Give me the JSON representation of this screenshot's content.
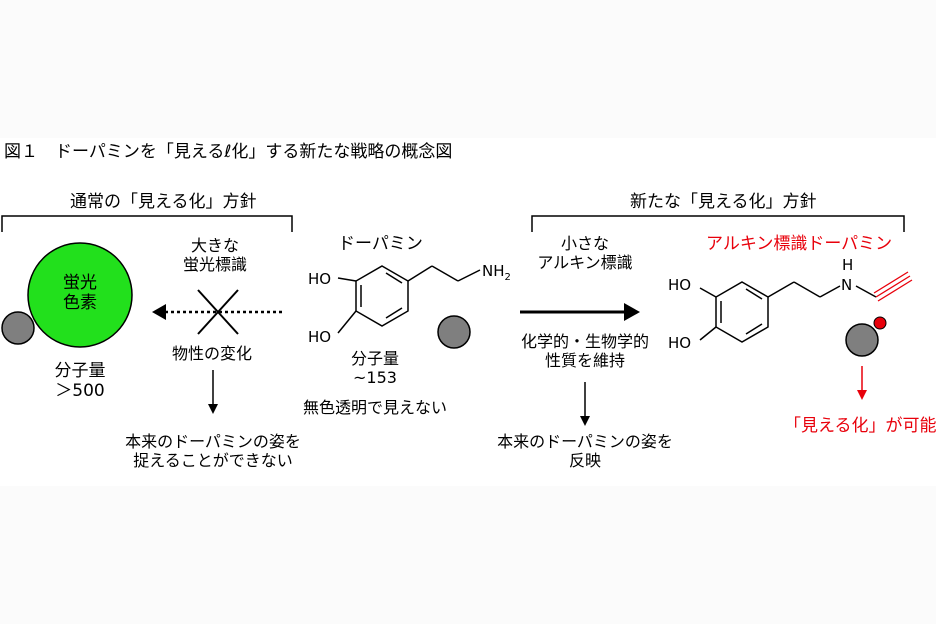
{
  "figure_title": "図１　ドーパミンを「見えるℓ化」する新たな戦略の概念図",
  "left": {
    "heading": "通常の「見える化」方針",
    "fluor_label": "蛍光\n色素",
    "mw_label": "分子量\n＞500",
    "big_label": "大きな\n蛍光標識",
    "change_label": "物性の変化",
    "result_label": "本来のドーパミンの姿を\n捉えることができない"
  },
  "center": {
    "name": "ドーパミン",
    "ho1": "HO",
    "ho2": "HO",
    "nh2": "NH",
    "nh2_sub": "2",
    "mw_label": "分子量\n~153",
    "desc": "無色透明で見えない"
  },
  "right": {
    "heading": "新たな「見える化」方針",
    "small_label": "小さな\nアルキン標識",
    "name": "アルキン標識ドーパミン",
    "ho1": "HO",
    "ho2": "HO",
    "h": "H",
    "n": "N",
    "keep_label": "化学的・生物学的\n性質を維持",
    "reflect_label": "本来のドーパミンの姿を\n反映",
    "visible_label": "「見える化」が可能"
  },
  "colors": {
    "fluor_green": "#22e01c",
    "molecule_gray": "#7f7f7f",
    "alkyne_red": "#e8000b"
  }
}
